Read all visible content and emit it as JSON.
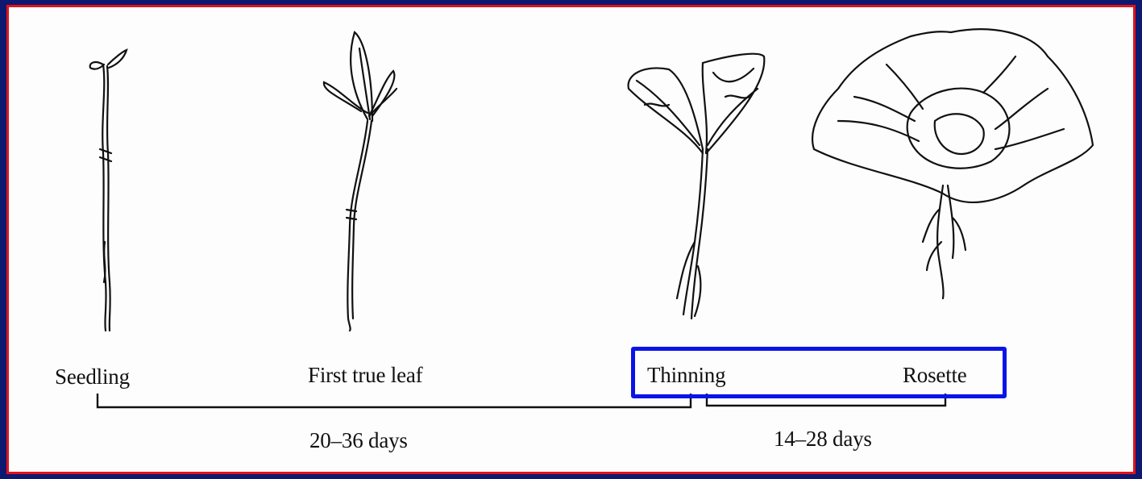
{
  "stages": [
    {
      "label": "Seedling"
    },
    {
      "label": "First true leaf"
    },
    {
      "label": "Thinning"
    },
    {
      "label": "Rosette"
    }
  ],
  "intervals": [
    {
      "label": "20–36 days"
    },
    {
      "label": "14–28 days"
    }
  ],
  "highlight": {
    "color": "#0a14e6",
    "covers": [
      "Thinning",
      "Rosette"
    ]
  },
  "colors": {
    "outer_background": "#0d1870",
    "border": "#e0121a",
    "panel": "#fdfdfd"
  }
}
